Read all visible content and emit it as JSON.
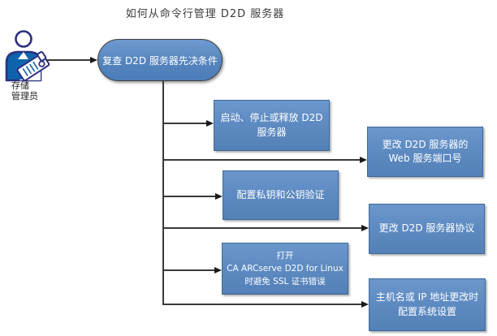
{
  "title": "如何从命令行管理 D2D 服务器",
  "actor": {
    "icon": "storage-admin-icon",
    "label_lines": [
      "存储",
      "管理员"
    ]
  },
  "flow": {
    "root": {
      "label": "复查 D2D 服务器先决条件"
    },
    "tasks": [
      {
        "label_lines": [
          "启动、停止或释放 D2D",
          "服务器"
        ]
      },
      {
        "label_lines": [
          "更改 D2D 服务器的",
          "Web 服务端口号"
        ]
      },
      {
        "label_lines": [
          "配置私钥和公钥验证"
        ]
      },
      {
        "label_lines": [
          "更改 D2D 服务器协议"
        ]
      },
      {
        "label_lines": [
          "打开",
          "CA ARCserve D2D for Linux",
          "时避免 SSL 证书错误"
        ]
      },
      {
        "label_lines": [
          "主机名或 IP 地址更改时",
          "配置系统设置"
        ]
      }
    ]
  },
  "colors": {
    "node_fill_top": "#6b97cc",
    "node_fill_bottom": "#5480b8",
    "node_border": "#3d6899",
    "root_border": "#3f3f3f",
    "connector": "#3a3a3a",
    "node_text": "#ffffff",
    "title_text": "#3a3a3a",
    "actor_outline": "#2b2f7f",
    "actor_fill": "#0f63ad"
  }
}
